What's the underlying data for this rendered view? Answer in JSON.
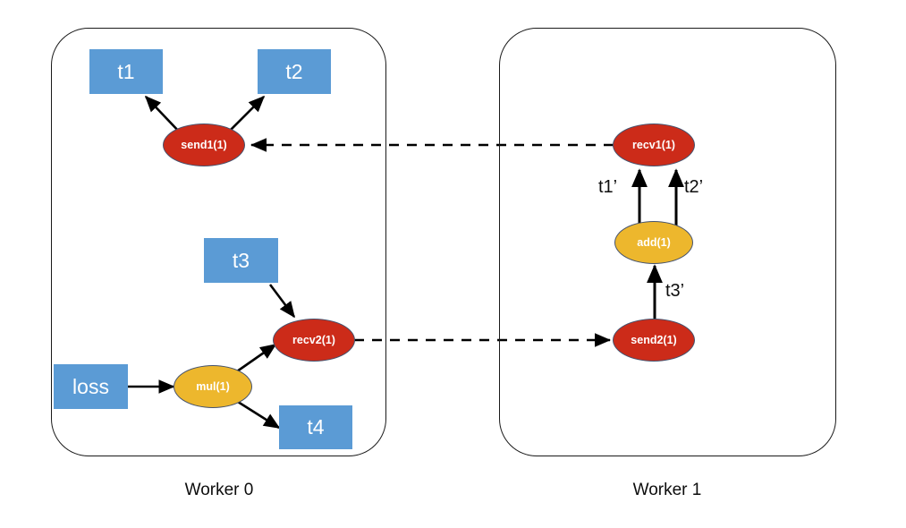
{
  "diagram": {
    "title_present": false,
    "colors": {
      "tensor_box": "#5B9BD5",
      "comm_op": "#CC2B19",
      "compute_op": "#EDB72D",
      "op_border": "#44526E",
      "panel_border": "#1a1a1a",
      "edge": "#000000",
      "text_on_node": "#FFFFFF",
      "text_plain": "#0D0D0D"
    }
  },
  "workers": [
    {
      "id": "worker0",
      "caption": "Worker 0"
    },
    {
      "id": "worker1",
      "caption": "Worker 1"
    }
  ],
  "nodes": {
    "t1": {
      "label": "t1",
      "kind": "tensor"
    },
    "t2": {
      "label": "t2",
      "kind": "tensor"
    },
    "t3": {
      "label": "t3",
      "kind": "tensor"
    },
    "t4": {
      "label": "t4",
      "kind": "tensor"
    },
    "loss": {
      "label": "loss",
      "kind": "tensor"
    },
    "send1": {
      "label": "send1(1)",
      "kind": "comm"
    },
    "recv2": {
      "label": "recv2(1)",
      "kind": "comm"
    },
    "mul": {
      "label": "mul(1)",
      "kind": "compute"
    },
    "recv1": {
      "label": "recv1(1)",
      "kind": "comm"
    },
    "add": {
      "label": "add(1)",
      "kind": "compute"
    },
    "send2": {
      "label": "send2(1)",
      "kind": "comm"
    }
  },
  "edge_labels": {
    "t1p": "t1’",
    "t2p": "t2’",
    "t3p": "t3’"
  },
  "edges": [
    {
      "from": "send1",
      "to": "t1",
      "style": "solid"
    },
    {
      "from": "send1",
      "to": "t2",
      "style": "solid"
    },
    {
      "from": "t3",
      "to": "recv2",
      "style": "solid"
    },
    {
      "from": "loss",
      "to": "mul",
      "style": "solid"
    },
    {
      "from": "mul",
      "to": "recv2",
      "style": "solid"
    },
    {
      "from": "mul",
      "to": "t4",
      "style": "solid"
    },
    {
      "from": "recv1",
      "to": "send1",
      "style": "dashed"
    },
    {
      "from": "recv2",
      "to": "send2",
      "style": "dashed"
    },
    {
      "from": "add",
      "to": "recv1",
      "style": "solid",
      "label": "t1’"
    },
    {
      "from": "add",
      "to": "recv1",
      "style": "solid",
      "label": "t2’"
    },
    {
      "from": "send2",
      "to": "add",
      "style": "solid",
      "label": "t3’"
    }
  ]
}
